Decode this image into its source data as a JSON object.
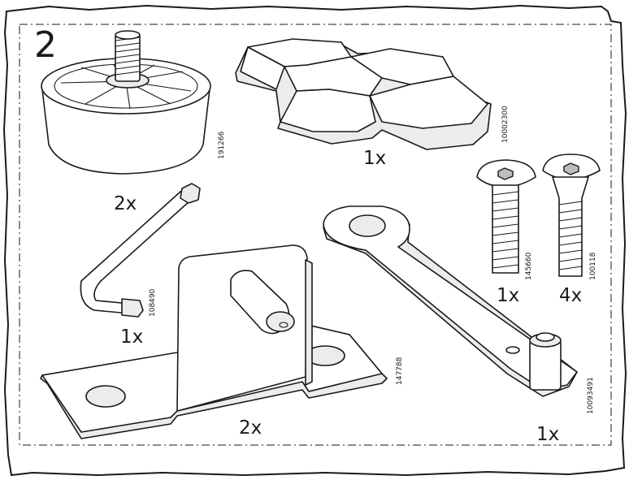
{
  "step_number": "2",
  "parts": [
    {
      "id": "furniture-leg",
      "quantity": "2x",
      "part_number": "191266"
    },
    {
      "id": "hex-pad",
      "quantity": "1x",
      "part_number": "10002300"
    },
    {
      "id": "allen-key",
      "quantity": "1x",
      "part_number": "108490"
    },
    {
      "id": "screw-short",
      "quantity": "1x",
      "part_number": "145660"
    },
    {
      "id": "screw-long",
      "quantity": "4x",
      "part_number": "100118"
    },
    {
      "id": "angle-bracket",
      "quantity": "2x",
      "part_number": "147788"
    },
    {
      "id": "flat-bar-bracket",
      "quantity": "1x",
      "part_number": "10093491"
    }
  ]
}
